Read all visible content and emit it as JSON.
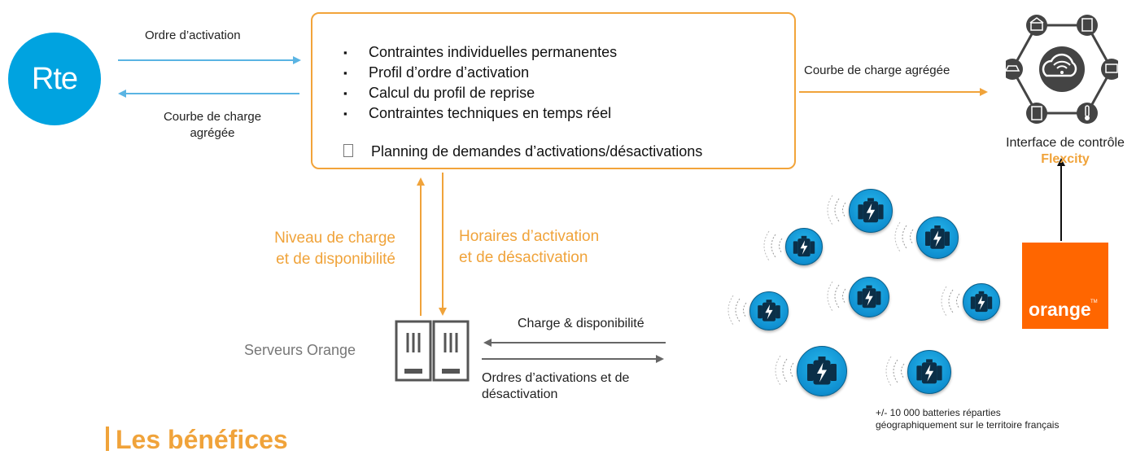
{
  "rte": {
    "logo_text": "Rte",
    "order_label": "Ordre d’activation",
    "return_label_line1": "Courbe de charge",
    "return_label_line2": "agrégée"
  },
  "central_box": {
    "items": [
      "Contraintes individuelles permanentes",
      "Profil d’ordre d’activation",
      "Calcul du profil de reprise",
      "Contraintes techniques en temps réel"
    ],
    "bullet": "▪",
    "planning": "Planning de demandes d’activations/désactivations"
  },
  "flexcity": {
    "arrow_label": "Courbe de charge agrégée",
    "caption_line1": "Interface de contrôle",
    "caption_line2": "Flexcity"
  },
  "servers": {
    "label": "Serveurs Orange",
    "up_label_line1": "Niveau de charge",
    "up_label_line2": "et de disponibilité",
    "down_label_line1": "Horaires d’activation",
    "down_label_line2": "et de désactivation",
    "from_batteries_label": "Charge & disponibilité",
    "to_batteries_line1": "Ordres d’activations et de",
    "to_batteries_line2": "désactivation"
  },
  "orange": {
    "logo_text": "orange",
    "tm": "TM"
  },
  "batteries": {
    "caption_line1": "+/- 10 000 batteries réparties",
    "caption_line2": "géographiquement sur le territoire français"
  },
  "footer": {
    "title": "Les bénéfices"
  },
  "colors": {
    "rte_blue": "#00a3e0",
    "arrow_blue": "#5ab4e3",
    "accent_orange": "#f0a33a",
    "orange_brand": "#ff6600",
    "battery_blue": "#1ba3e0"
  }
}
